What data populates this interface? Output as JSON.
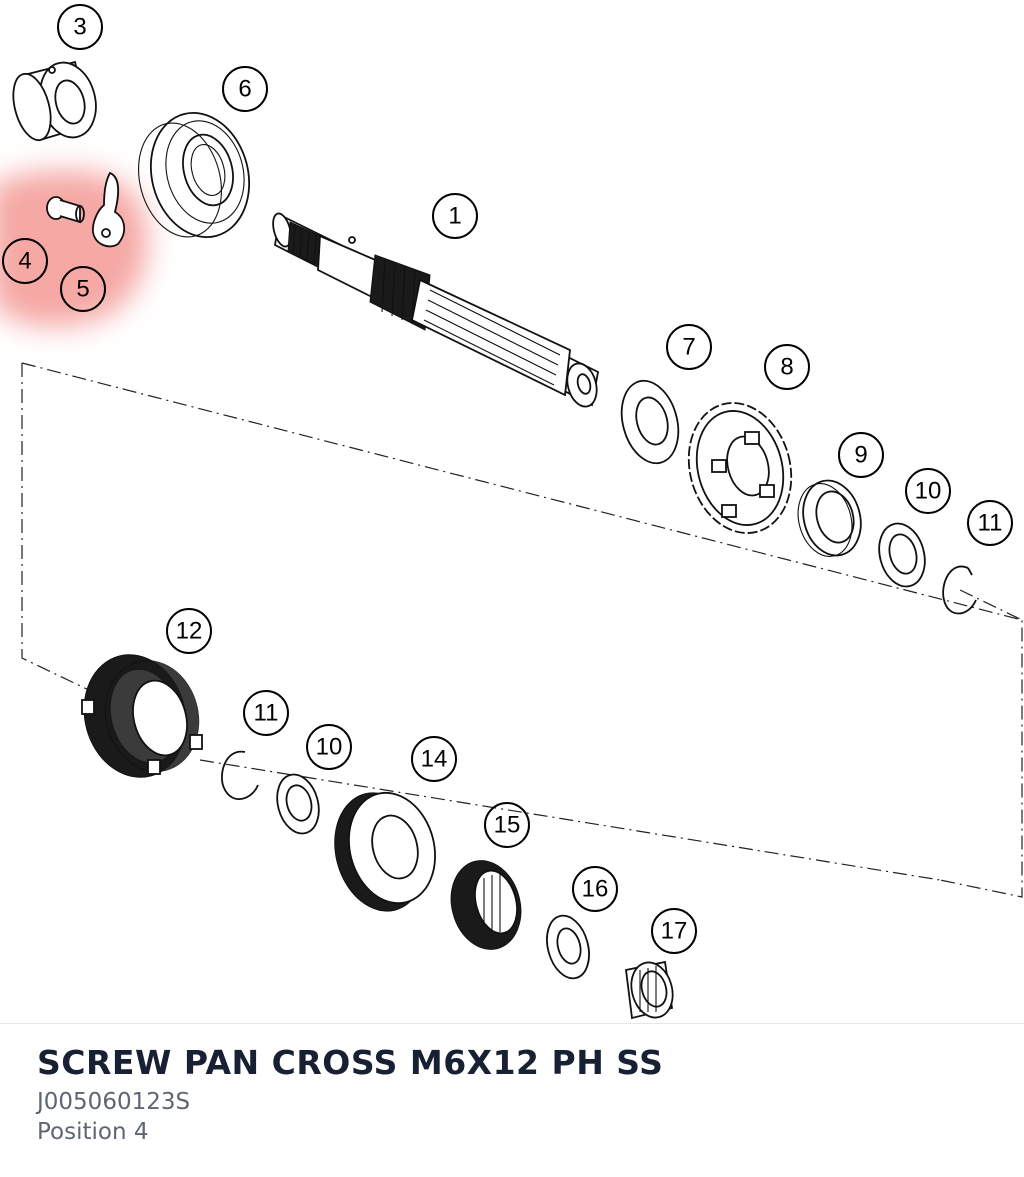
{
  "diagram": {
    "callouts": [
      "1",
      "3",
      "4",
      "5",
      "6",
      "7",
      "8",
      "9",
      "10",
      "11",
      "12",
      "10",
      "11",
      "14",
      "15",
      "16",
      "17"
    ],
    "highlight": {
      "color": "#f28b86",
      "callouts": [
        "4",
        "5"
      ]
    }
  },
  "selection": {
    "title": "SCREW PAN CROSS M6X12 PH SS",
    "part_number": "J005060123S",
    "position": "Position 4"
  }
}
